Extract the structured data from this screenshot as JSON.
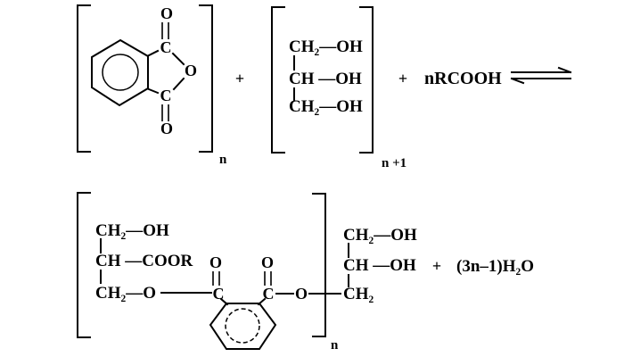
{
  "background": "#ffffff",
  "ink": "#000000",
  "reaction": {
    "anhydride": {
      "o_top": "O",
      "c_top": "C",
      "o_mid": "O",
      "c_bot": "C",
      "o_bot": "O",
      "subscript": "n"
    },
    "plus_1": "+",
    "glycerol": {
      "row1": "CH₂—OH",
      "row2": "CH —OH",
      "row3": "CH₂—OH",
      "subscript": "n +1"
    },
    "plus_2": "+",
    "acid": "nRCOOH",
    "product": {
      "left_row1": "CH₂—OH",
      "left_row2": "CH —COOR",
      "left_row3": "CH₂—O",
      "o_left_top": "O",
      "c_left": "C",
      "o_right_top": "O",
      "c_right": "C",
      "o_ester": "O",
      "right_row1": "CH₂—OH",
      "right_row2": "CH —OH",
      "right_row3": "CH₂",
      "subscript": "n"
    },
    "plus_3": "+",
    "water": "(3n–1)H₂O"
  }
}
